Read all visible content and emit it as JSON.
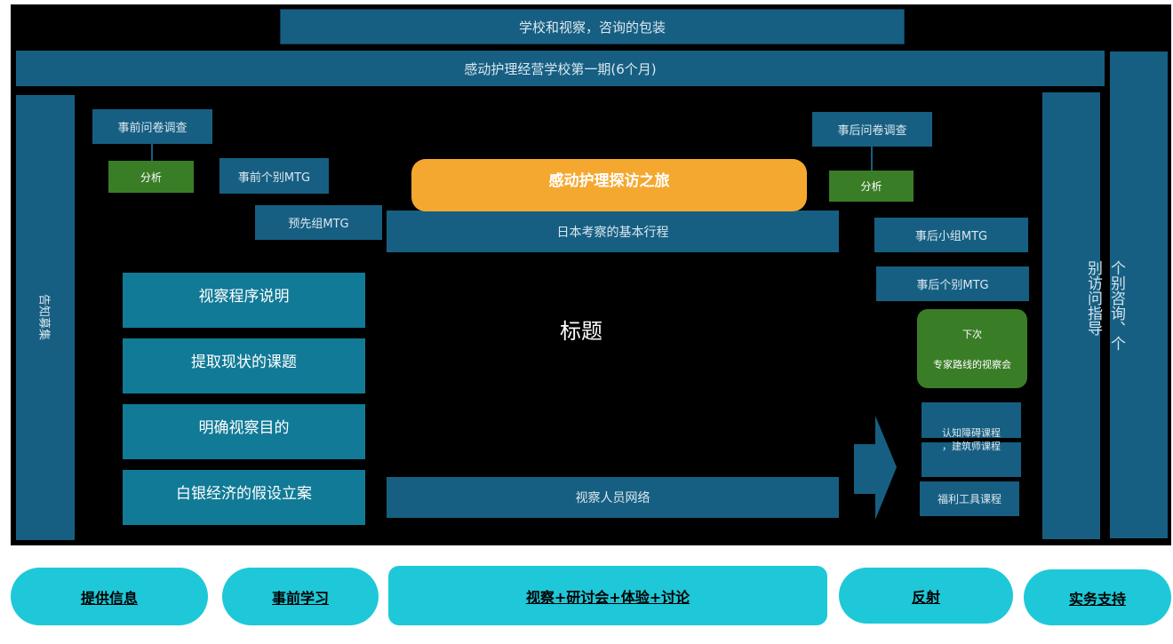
{
  "header": {
    "top": "学校和视察，咨询的包装",
    "second": "感动护理经营学校第一期(6个月)"
  },
  "left": {
    "vertical": "告知募集",
    "pre_survey": "事前问卷调查",
    "analysis": "分析",
    "pre_mtg": "事前个别MTG",
    "pre_group_mtg": "预先组MTG",
    "steps": [
      "视察程序说明",
      "提取现状的课题",
      "明确视察目的",
      "白银经济的假设立案"
    ]
  },
  "center": {
    "tour": "感动护理探访之旅",
    "itinerary": "日本考察的基本行程",
    "title": "标题",
    "network": "视察人员网络"
  },
  "right": {
    "post_survey": "事后问卷调查",
    "analysis": "分析",
    "post_group_mtg": "事后小组MTG",
    "post_mtg": "事后个别MTG",
    "next_line1": "下次",
    "next_line2": "专家路线的视察会",
    "course1": "认知障碍课程",
    "course2": "，建筑师课程",
    "course3": "福利工具课程",
    "col1": "别访问指导",
    "col2": "个别咨询、个"
  },
  "phases": [
    "提供信息",
    "事前学习",
    "视察+研讨会+体验+讨论",
    "反射",
    "实务支持"
  ]
}
